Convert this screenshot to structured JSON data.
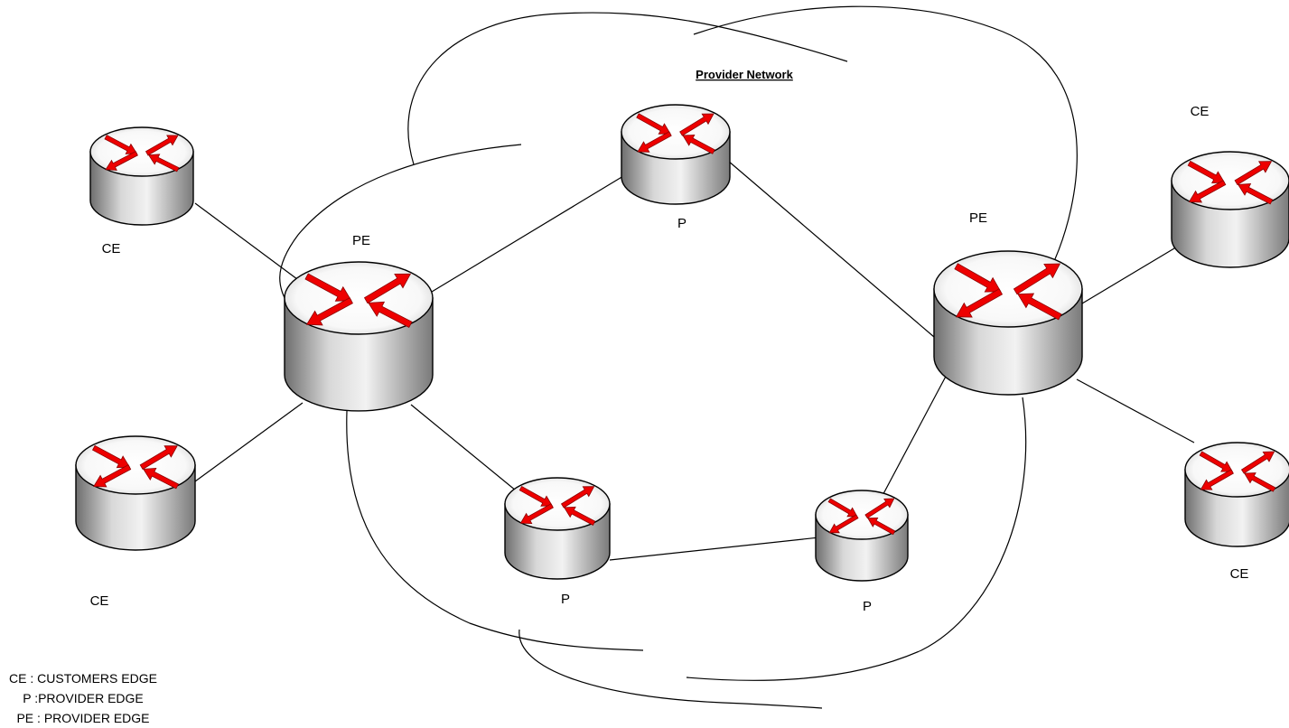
{
  "diagram": {
    "title": "Provider Network",
    "colors": {
      "arrow": "#ee0000",
      "arrow_edge": "#8b0000",
      "cloud_line": "#000000",
      "link_line": "#000000",
      "router_top": "#f8f8f8",
      "router_side": "#9a9a9a"
    },
    "icon": "router-icon",
    "nodes": [
      {
        "id": "ce-top-left",
        "label": "CE",
        "kind": "customer-edge"
      },
      {
        "id": "ce-bottom-left",
        "label": "CE",
        "kind": "customer-edge"
      },
      {
        "id": "pe-left",
        "label": "PE",
        "kind": "provider-edge"
      },
      {
        "id": "p-top",
        "label": "P",
        "kind": "provider"
      },
      {
        "id": "p-bottom-left",
        "label": "P",
        "kind": "provider"
      },
      {
        "id": "p-bottom-right",
        "label": "P",
        "kind": "provider"
      },
      {
        "id": "pe-right",
        "label": "PE",
        "kind": "provider-edge"
      },
      {
        "id": "ce-top-right",
        "label": "CE",
        "kind": "customer-edge"
      },
      {
        "id": "ce-bottom-right",
        "label": "CE",
        "kind": "customer-edge"
      }
    ],
    "links": [
      [
        "ce-top-left",
        "pe-left"
      ],
      [
        "ce-bottom-left",
        "pe-left"
      ],
      [
        "pe-left",
        "p-top"
      ],
      [
        "pe-left",
        "p-bottom-left"
      ],
      [
        "p-top",
        "pe-right"
      ],
      [
        "p-bottom-left",
        "p-bottom-right"
      ],
      [
        "p-bottom-right",
        "pe-right"
      ],
      [
        "pe-right",
        "ce-top-right"
      ],
      [
        "pe-right",
        "ce-bottom-right"
      ]
    ],
    "legend": [
      "CE : CUSTOMERS EDGE",
      "P :PROVIDER EDGE",
      "PE : PROVIDER EDGE"
    ]
  }
}
